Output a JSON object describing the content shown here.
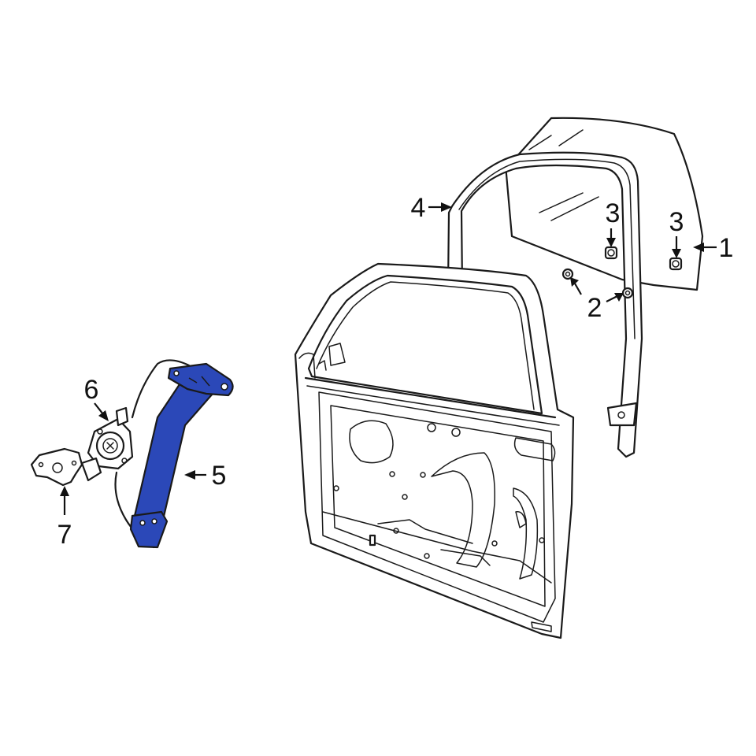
{
  "diagram": {
    "highlight_color": "#2b48b8",
    "line_color": "#1a1a1a",
    "callouts": [
      {
        "id": "c1",
        "label": "1",
        "part": "door-glass"
      },
      {
        "id": "c2",
        "label": "2",
        "part": "nut"
      },
      {
        "id": "c3a",
        "label": "3",
        "part": "glass-bolt"
      },
      {
        "id": "c3b",
        "label": "3",
        "part": "glass-bolt"
      },
      {
        "id": "c4",
        "label": "4",
        "part": "glass-run-channel"
      },
      {
        "id": "c5",
        "label": "5",
        "part": "window-regulator"
      },
      {
        "id": "c6",
        "label": "6",
        "part": "window-motor"
      },
      {
        "id": "c7",
        "label": "7",
        "part": "motor-bracket"
      }
    ]
  }
}
